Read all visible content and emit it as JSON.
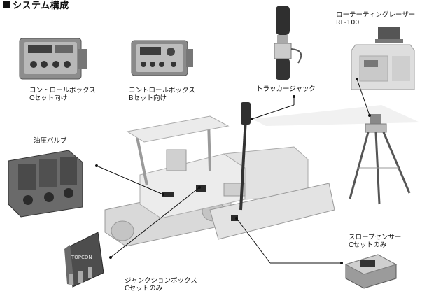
{
  "title": "システム構成",
  "components": {
    "control_box_c": {
      "line1": "コントロールボックス",
      "line2": "Cセット向け"
    },
    "control_box_b": {
      "line1": "コントロールボックス",
      "line2": "Bセット向け"
    },
    "tracker_jack": {
      "line1": "トラッカージャック"
    },
    "rotating_laser": {
      "line1": "ローテーティングレーザー",
      "line2": "RL-100"
    },
    "hydraulic_valve": {
      "line1": "油圧バルブ"
    },
    "slope_sensor": {
      "line1": "スロープセンサー",
      "line2": "Cセットのみ"
    },
    "junction_box": {
      "line1": "ジャンクションボックス",
      "line2": "Cセットのみ",
      "brand": "TOPCON"
    }
  },
  "colors": {
    "line": "#111111",
    "machine": "#e9e9e9",
    "dark": "#4a4a4a",
    "laser": "#f2f2f2"
  }
}
